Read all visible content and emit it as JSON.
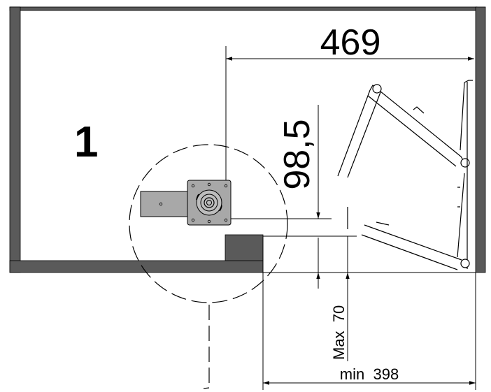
{
  "drawing": {
    "cabinet_number": "1",
    "dimensions": {
      "width_469": "469",
      "offset_98_5": "98,5",
      "max_70": "Max  70",
      "min_398": "min  398"
    }
  },
  "colors": {
    "panel_fill": "#5a5a5a",
    "bracket_fill": "#a8a8a8",
    "line": "#000000",
    "background": "#ffffff"
  }
}
